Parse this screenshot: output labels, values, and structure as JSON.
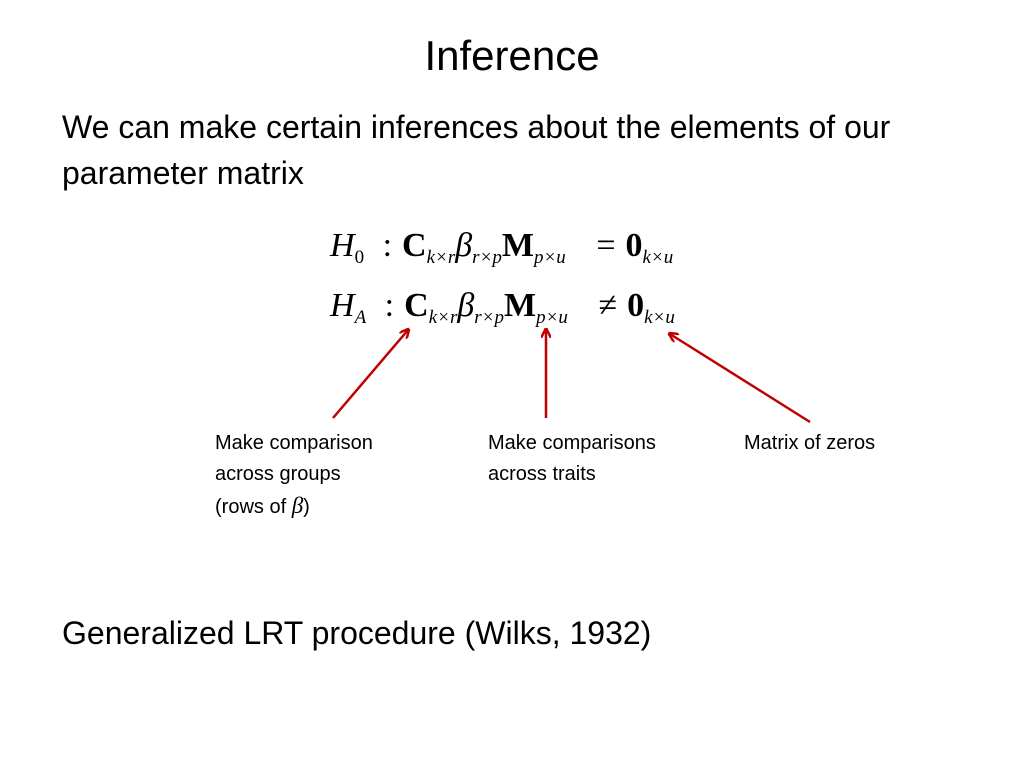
{
  "slide": {
    "title": "Inference",
    "intro": "We can make certain inferences about the elements of our parameter matrix",
    "footer": "Generalized LRT procedure (Wilks, 1932)"
  },
  "equations": {
    "h0": {
      "lhs": "H",
      "lhs_sub": "0",
      "colon": ":",
      "C": "C",
      "C_sub": "k×r",
      "beta": "β",
      "beta_sub": "r×p",
      "M": "M",
      "M_sub": "p×u",
      "rel": "=",
      "zero": "0",
      "zero_sub": "k×u"
    },
    "ha": {
      "lhs": "H",
      "lhs_sub": "A",
      "colon": ":",
      "C": "C",
      "C_sub": "k×r",
      "beta": "β",
      "beta_sub": "r×p",
      "M": "M",
      "M_sub": "p×u",
      "rel": "≠",
      "zero": "0",
      "zero_sub": "k×u"
    }
  },
  "annotations": {
    "groups": {
      "line1": "Make comparison",
      "line2": "across groups",
      "line3_prefix": "(rows of ",
      "line3_symbol": "β",
      "line3_suffix": ")"
    },
    "traits": {
      "line1": "Make comparisons",
      "line2": "across traits"
    },
    "zeros": {
      "line1": "Matrix of zeros"
    }
  },
  "colors": {
    "arrow": "#c00000",
    "text": "#000000",
    "background": "#ffffff"
  }
}
